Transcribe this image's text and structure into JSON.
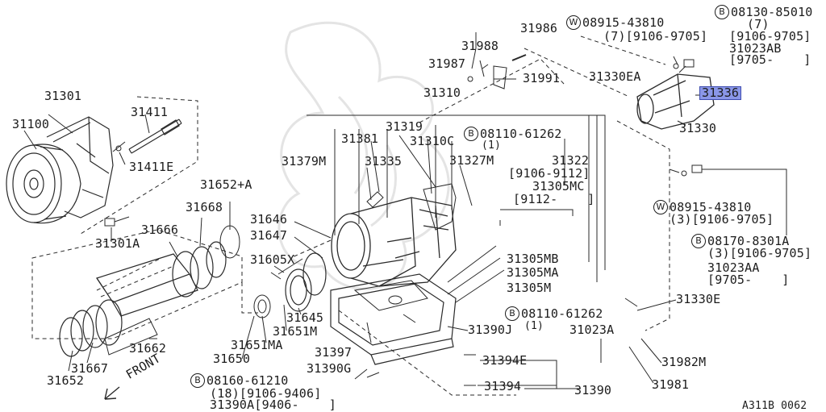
{
  "diagram": {
    "code": "A311B 0062",
    "front": "FRONT",
    "badges": {
      "w": "W",
      "b": "B"
    },
    "labels": {
      "p31986": "31986",
      "p31988": "31988",
      "p31987": "31987",
      "p31991": "31991",
      "w08915_top": "08915-43810",
      "w08915_top_q": "(7)[9106-9705]",
      "b08130": "08130-85010",
      "b08130_q": "(7)",
      "b08130_date": "[9106-9705]",
      "p31023AB": "31023AB",
      "p31023AB_date": "[9705-    ]",
      "p31330EA": "31330EA",
      "p31336": "31336",
      "p31330": "31330",
      "p31310": "31310",
      "p31301": "31301",
      "p31411": "31411",
      "p31100": "31100",
      "p31411E": "31411E",
      "p31381": "31381",
      "p31319": "31319",
      "b08110_a": "08110-61262",
      "b08110_a_q": "(1)",
      "p31310C": "31310C",
      "p31322": "31322",
      "p31322_date": "[9106-9112]",
      "p31379M": "31379M",
      "p31335": "31335",
      "p31327M": "31327M",
      "p31305MC": "31305MC",
      "p31305MC_date": "[9112-    ]",
      "p31652A": "31652+A",
      "p31668": "31668",
      "p31301A": "31301A",
      "p31666": "31666",
      "p31646": "31646",
      "p31647": "31647",
      "w08915_mid": "08915-43810",
      "w08915_mid_q": "(3)[9106-9705]",
      "b08170": "08170-8301A",
      "b08170_q": "(3)[9106-9705]",
      "p31023AA": "31023AA",
      "p31023AA_date": "[9705-    ]",
      "p31605X": "31605X",
      "p31305MB": "31305MB",
      "p31305MA": "31305MA",
      "p31305M": "31305M",
      "p31645": "31645",
      "p31651M": "31651M",
      "p31651MA": "31651MA",
      "p31650": "31650",
      "p31662": "31662",
      "p31667": "31667",
      "p31652": "31652",
      "p31330E": "31330E",
      "b08110_b": "08110-61262",
      "b08110_b_q": "(1)",
      "p31390J": "31390J",
      "p31023A": "31023A",
      "p31397": "31397",
      "p31390G": "31390G",
      "p31394E": "31394E",
      "p31982M": "31982M",
      "b08160": "08160-61210",
      "b08160_q": "(18)[9106-9406]",
      "p31390A": "31390A[9406-    ]",
      "p31394": "31394",
      "p31390": "31390",
      "p31981": "31981"
    }
  }
}
